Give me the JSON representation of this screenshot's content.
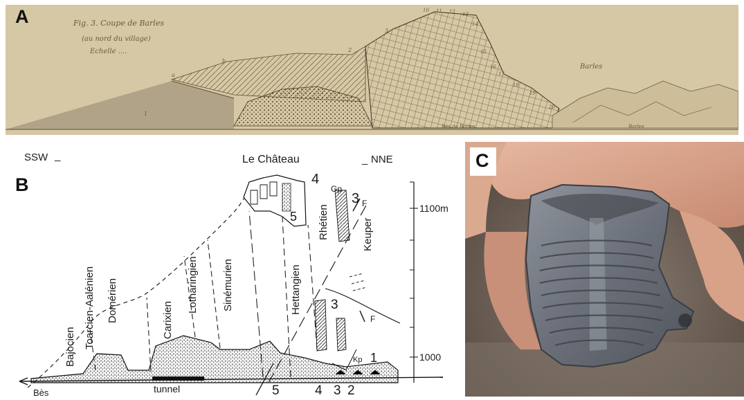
{
  "panels": {
    "a": {
      "label": "A",
      "caption_lines": [
        "Fig. 3. Coupe de Barles",
        "(au nord du village)",
        "Echelle ...."
      ],
      "village": "Barles",
      "bed_numbers": [
        "10",
        "11",
        "12",
        "13",
        "14",
        "15",
        "16",
        "17",
        "18",
        "19",
        "20"
      ],
      "bottom_labels": [
        "Bès de Barles",
        "Barles"
      ],
      "section_letters": [
        "a",
        "b",
        "1",
        "2",
        "3"
      ]
    },
    "b": {
      "label": "B",
      "sw_label": "SSW",
      "ne_label": "NNE",
      "summit": "Le Château",
      "scale_top": "1100m",
      "scale_bottom": "1000",
      "stages": [
        "Bajocien",
        "Toarcien-Aalénien",
        "Domérien",
        "Carixien",
        "Lotharingien",
        "Sinémurien",
        "Hettangien",
        "Rhétien",
        "Keuper"
      ],
      "bed_labels": {
        "n4_top": "4",
        "n5_upper": "5",
        "n3_upper": "3",
        "n3_mid": "3",
        "n1": "1",
        "gp": "Gp",
        "kp": "Kp",
        "f1": "F",
        "f2": "F"
      },
      "bottom_numbers": [
        "5",
        "4",
        "3",
        "2"
      ],
      "bes": "Bès",
      "tunnel": "tunnel"
    },
    "c": {
      "label": "C"
    }
  },
  "colors": {
    "paper": "#d3c3a1",
    "ink": "#1a1a1a",
    "fossil": "#6f7480",
    "skin": "#d8a58a"
  }
}
